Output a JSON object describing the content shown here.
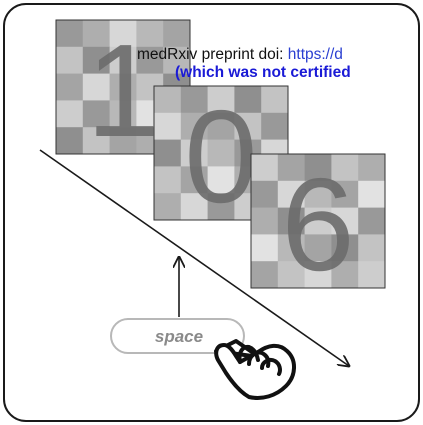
{
  "preprint_banner": {
    "line1_prefix": "medRxiv preprint doi: ",
    "line1_link": "https://d",
    "line2": "(which was not certified"
  },
  "stimuli": [
    {
      "digit": "1",
      "cells": [
        [
          8,
          6,
          2,
          5,
          7
        ],
        [
          4,
          9,
          3,
          8,
          5
        ],
        [
          7,
          2,
          6,
          4,
          9
        ],
        [
          3,
          8,
          5,
          1,
          6
        ],
        [
          9,
          4,
          7,
          6,
          3
        ]
      ]
    },
    {
      "digit": "0",
      "cells": [
        [
          5,
          8,
          3,
          9,
          4
        ],
        [
          2,
          6,
          7,
          4,
          8
        ],
        [
          9,
          3,
          5,
          8,
          2
        ],
        [
          4,
          7,
          1,
          6,
          9
        ],
        [
          6,
          2,
          8,
          3,
          5
        ]
      ]
    },
    {
      "digit": "6",
      "cells": [
        [
          3,
          7,
          9,
          4,
          6
        ],
        [
          8,
          2,
          5,
          7,
          1
        ],
        [
          6,
          9,
          3,
          2,
          8
        ],
        [
          1,
          5,
          7,
          9,
          4
        ],
        [
          7,
          4,
          2,
          6,
          3
        ]
      ]
    }
  ],
  "key": {
    "label": "space"
  },
  "icons": {
    "hand": "pointing-hand-icon",
    "up_arrow": "up-arrow-icon",
    "time_arrow": "diagonal-arrow-icon"
  },
  "colors": {
    "outline": "#1a1a1a",
    "cell_light": "#ececec",
    "cell_dark": "#8f8f8f",
    "digit": "#6b6b6b",
    "key_border": "#b8b8b8",
    "key_text": "#8a8a8a",
    "link": "#2a3fd1",
    "banner_bold": "#1a1ad6"
  }
}
